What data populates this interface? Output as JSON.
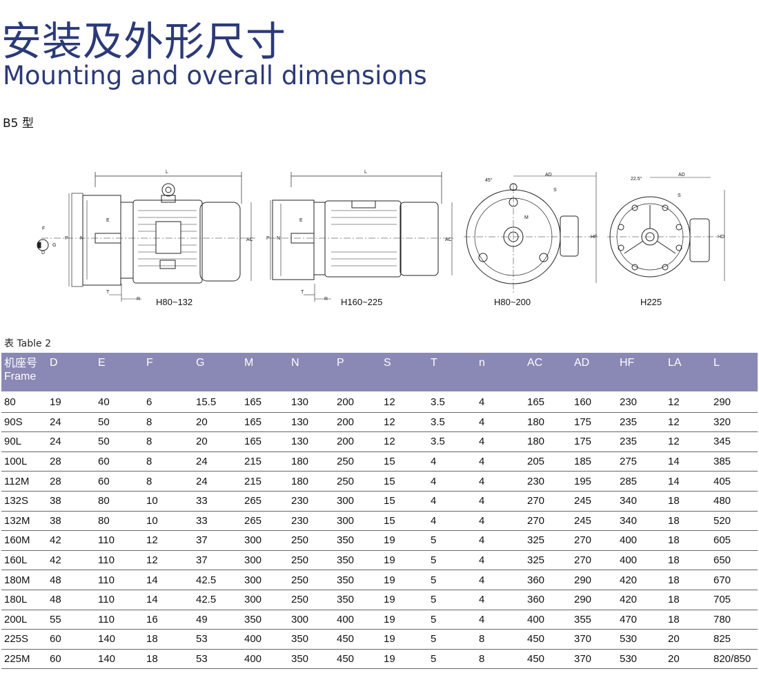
{
  "header": {
    "title_cn": "安装及外形尺寸",
    "title_en": "Mounting and overall dimensions"
  },
  "subtype": "B5 型",
  "drawings": [
    {
      "caption": "H80~132",
      "labels": [
        "L",
        "E",
        "F",
        "G",
        "D",
        "P",
        "N",
        "AC",
        "T",
        "R"
      ]
    },
    {
      "caption": "H160~225",
      "labels": [
        "L",
        "E",
        "P",
        "N",
        "AC",
        "T",
        "R"
      ]
    },
    {
      "caption": "H80~200",
      "labels": [
        "AD",
        "S",
        "45°",
        "M",
        "HF"
      ]
    },
    {
      "caption": "H225",
      "labels": [
        "22.5°",
        "AD",
        "S",
        "HD"
      ]
    }
  ],
  "table": {
    "caption": "表 Table 2",
    "header_first": [
      "机座号",
      "Frame"
    ],
    "columns": [
      "D",
      "E",
      "F",
      "G",
      "M",
      "N",
      "P",
      "S",
      "T",
      "n",
      "AC",
      "AD",
      "HF",
      "LA",
      "L"
    ],
    "rows": [
      [
        "80",
        "19",
        "40",
        "6",
        "15.5",
        "165",
        "130",
        "200",
        "12",
        "3.5",
        "4",
        "165",
        "160",
        "230",
        "12",
        "290"
      ],
      [
        "90S",
        "24",
        "50",
        "8",
        "20",
        "165",
        "130",
        "200",
        "12",
        "3.5",
        "4",
        "180",
        "175",
        "235",
        "12",
        "320"
      ],
      [
        "90L",
        "24",
        "50",
        "8",
        "20",
        "165",
        "130",
        "200",
        "12",
        "3.5",
        "4",
        "180",
        "175",
        "235",
        "12",
        "345"
      ],
      [
        "100L",
        "28",
        "60",
        "8",
        "24",
        "215",
        "180",
        "250",
        "15",
        "4",
        "4",
        "205",
        "185",
        "275",
        "14",
        "385"
      ],
      [
        "112M",
        "28",
        "60",
        "8",
        "24",
        "215",
        "180",
        "250",
        "15",
        "4",
        "4",
        "230",
        "195",
        "285",
        "14",
        "405"
      ],
      [
        "132S",
        "38",
        "80",
        "10",
        "33",
        "265",
        "230",
        "300",
        "15",
        "4",
        "4",
        "270",
        "245",
        "340",
        "18",
        "480"
      ],
      [
        "132M",
        "38",
        "80",
        "10",
        "33",
        "265",
        "230",
        "300",
        "15",
        "4",
        "4",
        "270",
        "245",
        "340",
        "18",
        "520"
      ],
      [
        "160M",
        "42",
        "110",
        "12",
        "37",
        "300",
        "250",
        "350",
        "19",
        "5",
        "4",
        "325",
        "270",
        "400",
        "18",
        "605"
      ],
      [
        "160L",
        "42",
        "110",
        "12",
        "37",
        "300",
        "250",
        "350",
        "19",
        "5",
        "4",
        "325",
        "270",
        "400",
        "18",
        "650"
      ],
      [
        "180M",
        "48",
        "110",
        "14",
        "42.5",
        "300",
        "250",
        "350",
        "19",
        "5",
        "4",
        "360",
        "290",
        "420",
        "18",
        "670"
      ],
      [
        "180L",
        "48",
        "110",
        "14",
        "42.5",
        "300",
        "250",
        "350",
        "19",
        "5",
        "4",
        "360",
        "290",
        "420",
        "18",
        "705"
      ],
      [
        "200L",
        "55",
        "110",
        "16",
        "49",
        "350",
        "300",
        "400",
        "19",
        "5",
        "4",
        "400",
        "355",
        "470",
        "18",
        "780"
      ],
      [
        "225S",
        "60",
        "140",
        "18",
        "53",
        "400",
        "350",
        "450",
        "19",
        "5",
        "8",
        "450",
        "370",
        "530",
        "20",
        "825"
      ],
      [
        "225M",
        "60",
        "140",
        "18",
        "53",
        "400",
        "350",
        "450",
        "19",
        "5",
        "8",
        "450",
        "370",
        "530",
        "20",
        "820/850"
      ]
    ]
  }
}
